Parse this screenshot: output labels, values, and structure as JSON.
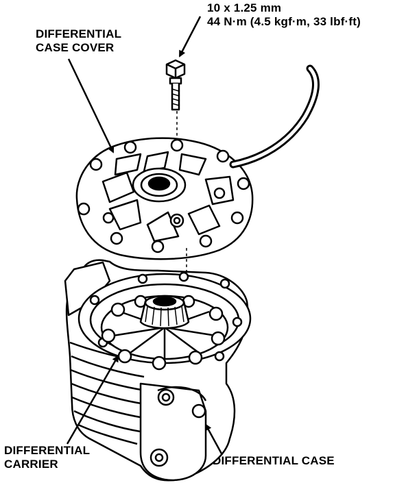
{
  "spec": {
    "line1": "10 x 1.25 mm",
    "line2": "44 N·m (4.5 kgf·m, 33 lbf·ft)"
  },
  "labels": {
    "cover_line1": "DIFFERENTIAL",
    "cover_line2": "CASE COVER",
    "carrier_line1": "DIFFERENTIAL",
    "carrier_line2": "CARRIER",
    "case": "DIFFERENTIAL CASE"
  }
}
